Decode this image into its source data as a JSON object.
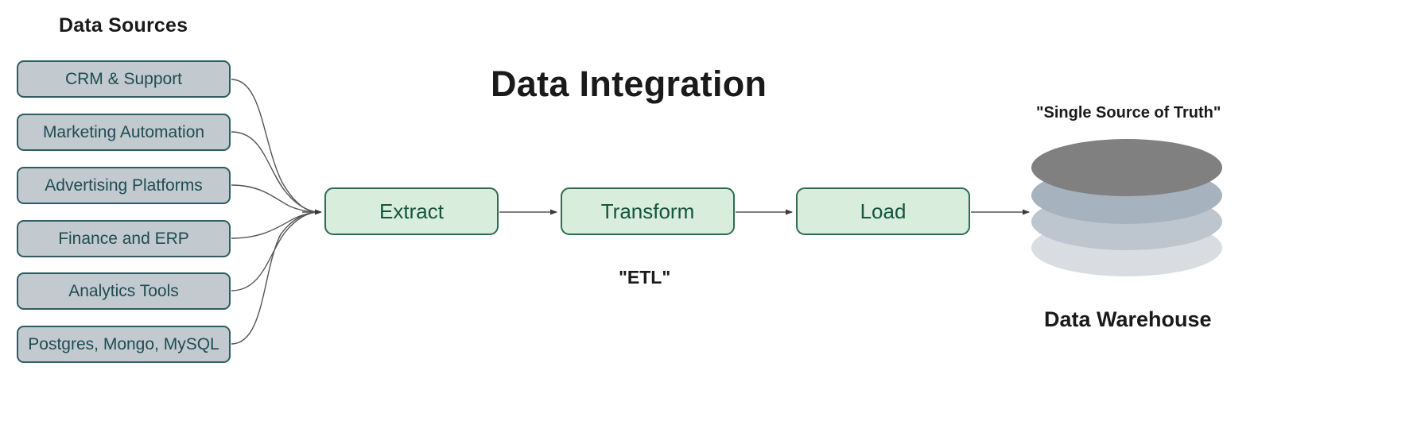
{
  "diagram": {
    "title": "Data Integration",
    "background_color": "#ffffff"
  },
  "sources": {
    "heading": "Data Sources",
    "box_fill": "#c2c9cf",
    "box_border": "#2e5c60",
    "text_color": "#1d4d52",
    "items": [
      {
        "label": "CRM & Support"
      },
      {
        "label": "Marketing Automation"
      },
      {
        "label": "Advertising Platforms"
      },
      {
        "label": "Finance and ERP"
      },
      {
        "label": "Analytics Tools"
      },
      {
        "label": "Postgres, Mongo, MySQL"
      }
    ]
  },
  "pipeline": {
    "caption": "\"ETL\"",
    "box_fill": "#d9eddc",
    "box_border": "#2f6b51",
    "text_color": "#15543f",
    "stages": [
      {
        "label": "Extract"
      },
      {
        "label": "Transform"
      },
      {
        "label": "Load"
      }
    ]
  },
  "warehouse": {
    "top_caption": "\"Single Source of Truth\"",
    "bottom_caption": "Data Warehouse",
    "disc_colors": [
      "#808080",
      "#a7b2bf",
      "#bdc5ce",
      "#d9dde1"
    ]
  },
  "connectors": {
    "line_color": "#555555",
    "source_to_extract_count": 6,
    "stage_arrow_count": 3
  }
}
